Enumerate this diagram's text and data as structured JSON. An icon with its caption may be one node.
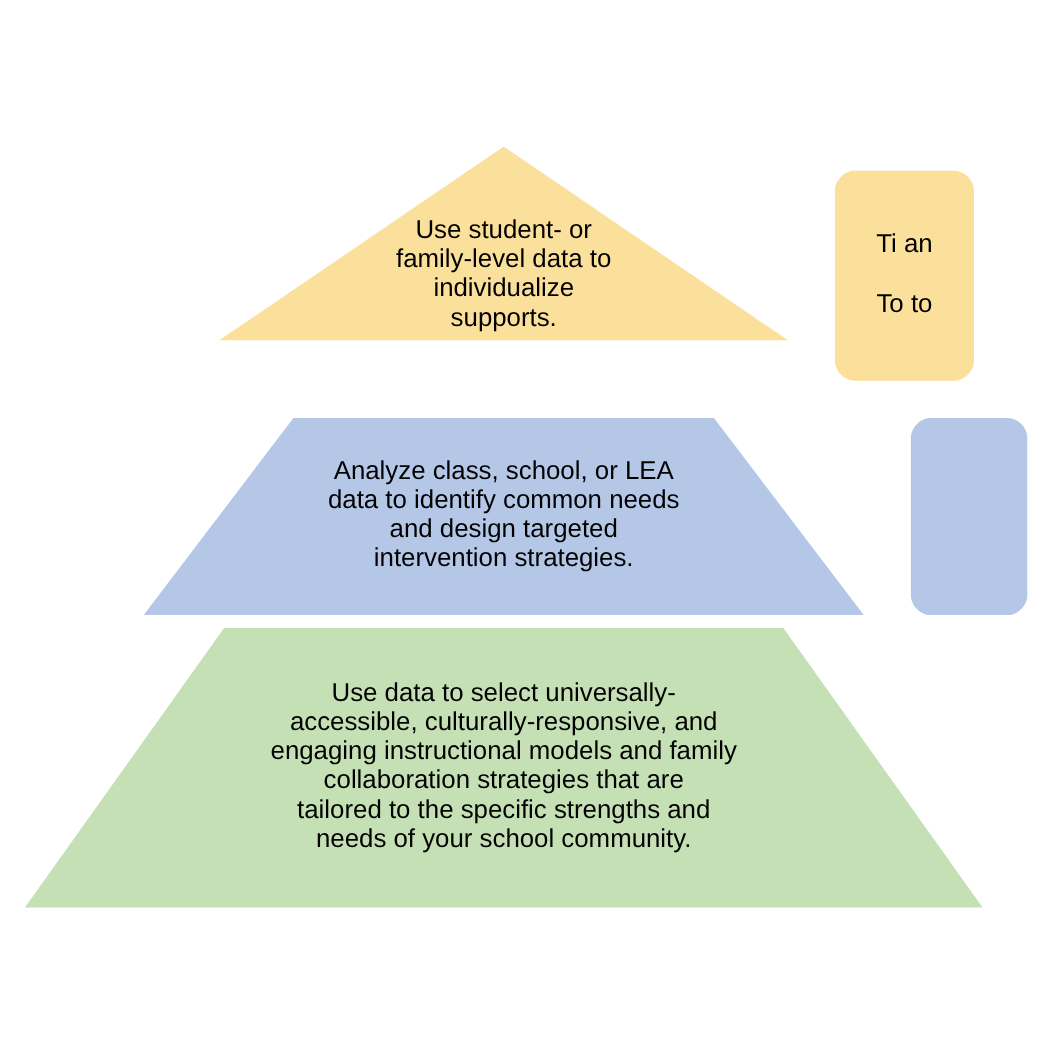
{
  "diagram": {
    "nodes": [
      {
        "text": [
          "Use student- or family-level data to individualize supports."
        ]
      },
      {
        "text": [
          "Analyze class, school, or LEA data to identify common needs and design targeted intervention strategies."
        ]
      },
      {
        "text": [
          "Use data to select universally-accessible, culturally-responsive, and engaging instructional models and family collaboration strategies that are tailored to the specific strengths and needs of your school community."
        ]
      },
      {
        "text": [
          "Ti an",
          "To to"
        ]
      },
      {
        "text": [],
        "shape": "box"
      }
    ],
    "edges": []
  }
}
